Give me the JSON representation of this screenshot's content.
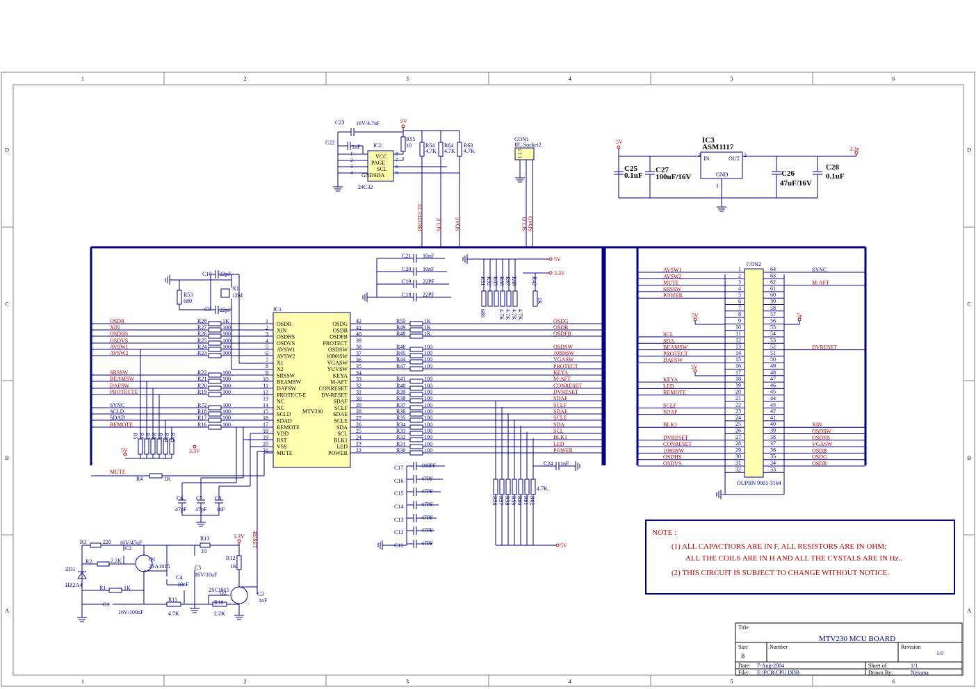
{
  "border": {
    "columns": [
      "1",
      "2",
      "3",
      "4",
      "5",
      "6"
    ],
    "rows": [
      "D",
      "C",
      "B",
      "A"
    ]
  },
  "eeprom": {
    "ref": "IC2",
    "part": "24C32",
    "pins_left": [
      "1",
      "2",
      "3",
      "4"
    ],
    "pins_right": [
      "8",
      "7",
      "6",
      "5"
    ],
    "labels": [
      "VCC",
      "PAGE",
      "SCL",
      "GNDSDA"
    ],
    "c23": "C23",
    "c23_val": "16V/4.7uF",
    "c22": "C22",
    "c22_val": "1nF",
    "r55": "R55",
    "r55_val": "10",
    "r54": "R54",
    "r54_val": "4.7K",
    "r64": "R64",
    "r64_val": "4.7K",
    "r63": "R63",
    "r63_val": "4.7K",
    "pwr": "5V",
    "nets": [
      "PROTECTE",
      "SCLE",
      "SDAE"
    ]
  },
  "con1": {
    "ref": "CON1",
    "name": "IIC Socket2",
    "pins": "1 2 3",
    "nets": [
      "SCLD",
      "SDAD"
    ]
  },
  "regulator": {
    "ref": "IC3",
    "part": "ASM1117",
    "in": "IN",
    "out": "OUT",
    "gnd": "GND",
    "pin_in": "3",
    "pin_out": "2",
    "pin_gnd": "1",
    "vin": "5V",
    "vout": "3.3v",
    "c25": "C25",
    "c25_val": "0.1uF",
    "c27": "C27",
    "c27_val": "100uF/16V",
    "c26": "C26",
    "c26_val": "47uF/16V",
    "c28": "C28",
    "c28_val": "0.1uF"
  },
  "mcu": {
    "ref": "IC1",
    "part": "MTV230",
    "left_pins": [
      {
        "n": "1",
        "name": "OSDR"
      },
      {
        "n": "2",
        "name": "XIN"
      },
      {
        "n": "3",
        "name": "OSDHS"
      },
      {
        "n": "4",
        "name": "OSDVS"
      },
      {
        "n": "5",
        "name": "AVSW1"
      },
      {
        "n": "6",
        "name": "AVSW2"
      },
      {
        "n": "7",
        "name": "X1"
      },
      {
        "n": "8",
        "name": "X2"
      },
      {
        "n": "9",
        "name": "SRSSW"
      },
      {
        "n": "10",
        "name": "BEAMSW"
      },
      {
        "n": "11",
        "name": "DAFSW"
      },
      {
        "n": "12",
        "name": "PROTECT-E"
      },
      {
        "n": "13",
        "name": "NC"
      },
      {
        "n": "14",
        "name": "NC"
      },
      {
        "n": "15",
        "name": "SCLD"
      },
      {
        "n": "16",
        "name": "SDAD"
      },
      {
        "n": "17",
        "name": "REMOTE"
      },
      {
        "n": "18",
        "name": "VDD"
      },
      {
        "n": "19",
        "name": "RST"
      },
      {
        "n": "20",
        "name": "VSS"
      },
      {
        "n": "21",
        "name": "MUTE"
      }
    ],
    "right_pins": [
      {
        "n": "42",
        "name": "OSDG"
      },
      {
        "n": "41",
        "name": "OSDB"
      },
      {
        "n": "40",
        "name": "OSDFB"
      },
      {
        "n": "39",
        "name": "PROTECT"
      },
      {
        "n": "38",
        "name": "OSDSW"
      },
      {
        "n": "37",
        "name": "1080iSW"
      },
      {
        "n": "36",
        "name": "VGASW"
      },
      {
        "n": "35",
        "name": "YUVSW"
      },
      {
        "n": "34",
        "name": "KEYA"
      },
      {
        "n": "33",
        "name": "M-AFT"
      },
      {
        "n": "32",
        "name": "CONRESET"
      },
      {
        "n": "31",
        "name": "DV-RESET"
      },
      {
        "n": "30",
        "name": "SDAF"
      },
      {
        "n": "29",
        "name": "SCLF"
      },
      {
        "n": "28",
        "name": "SDAE"
      },
      {
        "n": "27",
        "name": "SCLE"
      },
      {
        "n": "26",
        "name": "SDA"
      },
      {
        "n": "25",
        "name": "SCL"
      },
      {
        "n": "24",
        "name": "BLK1"
      },
      {
        "n": "23",
        "name": "LED"
      },
      {
        "n": "22",
        "name": "POWER"
      }
    ]
  },
  "left_bus": {
    "nets": [
      {
        "name": "OSDR",
        "ref": "R28",
        "val": "1K"
      },
      {
        "name": "XIN",
        "ref": "R27",
        "val": "100"
      },
      {
        "name": "OSDHS",
        "ref": "R26",
        "val": "100"
      },
      {
        "name": "OSDVS",
        "ref": "R25",
        "val": "100"
      },
      {
        "name": "AVSW1",
        "ref": "R24",
        "val": "100"
      },
      {
        "name": "AVSW2",
        "ref": "R23",
        "val": "100"
      },
      {
        "name": "SRSSW",
        "ref": "R22",
        "val": "100"
      },
      {
        "name": "BEAMSW",
        "ref": "R21",
        "val": "100"
      },
      {
        "name": "DAFSW",
        "ref": "R20",
        "val": "100"
      },
      {
        "name": "PROTECTE",
        "ref": "R19",
        "val": "100"
      },
      {
        "name": "SYNC",
        "ref": "R72",
        "val": "100"
      },
      {
        "name": "SCLD",
        "ref": "R18",
        "val": "100"
      },
      {
        "name": "SDAD",
        "ref": "R17",
        "val": "100"
      },
      {
        "name": "REMOTE",
        "ref": "R16",
        "val": "100"
      }
    ],
    "pullups": [
      "R5",
      "R6",
      "R7",
      "R8",
      "R9",
      "R14",
      "R15"
    ],
    "mute": "MUTE",
    "r4": "R4",
    "r4_val": "1K",
    "v5": "5V",
    "v33": "3.3V"
  },
  "crystal": {
    "c10": "C10",
    "c10_val": "22pF",
    "c9": "C9",
    "c9_val": "22pF",
    "x1": "X1",
    "x1_val": "12M",
    "r53": "R53",
    "r53_val": "680"
  },
  "supply_caps": {
    "c6": "C6",
    "c6_val": "47pF",
    "c7": "C7",
    "c7_val": "47pF",
    "c8": "C8",
    "c8_val": "1nF"
  },
  "right_bus": {
    "nets": [
      {
        "name": "OSDG",
        "ref": "R50",
        "val": "1K"
      },
      {
        "name": "OSDB",
        "ref": "R49",
        "val": "1K"
      },
      {
        "name": "OSDFB",
        "ref": "R48",
        "val": "1K"
      },
      {
        "name": "OSDSW",
        "ref": "R46",
        "val": "100"
      },
      {
        "name": "1080iSW",
        "ref": "R45",
        "val": "100"
      },
      {
        "name": "VGASW",
        "ref": "R44",
        "val": "100"
      },
      {
        "name": "PROTECT",
        "ref": "R47",
        "val": "100"
      },
      {
        "name": "KEYA",
        "ref": "",
        "val": ""
      },
      {
        "name": "M-AFT",
        "ref": "R41",
        "val": "100"
      },
      {
        "name": "CONRESET",
        "ref": "R40",
        "val": "100"
      },
      {
        "name": "DVRESET",
        "ref": "R39",
        "val": "100"
      },
      {
        "name": "SDAF",
        "ref": "R38",
        "val": "100"
      },
      {
        "name": "SCLF",
        "ref": "R37",
        "val": "100"
      },
      {
        "name": "SDAE",
        "ref": "R36",
        "val": "100"
      },
      {
        "name": "SCLE",
        "ref": "R35",
        "val": "100"
      },
      {
        "name": "SDA",
        "ref": "R34",
        "val": "100"
      },
      {
        "name": "SCL",
        "ref": "R33",
        "val": "100"
      },
      {
        "name": "BLK1",
        "ref": "R32",
        "val": "100"
      },
      {
        "name": "LED",
        "ref": "R31",
        "val": "100"
      },
      {
        "name": "POWER",
        "ref": "R30",
        "val": "100"
      }
    ],
    "top_caps": [
      {
        "ref": "C21",
        "val": "10nF"
      },
      {
        "ref": "C20",
        "val": "10nF"
      },
      {
        "ref": "C19",
        "val": "22PF"
      },
      {
        "ref": "C18",
        "val": "22PF"
      }
    ],
    "bottom_caps": [
      {
        "ref": "C17",
        "val": "100PF"
      },
      {
        "ref": "C16",
        "val": "47PF"
      },
      {
        "ref": "C15",
        "val": "47PF"
      },
      {
        "ref": "C14",
        "val": "47PF"
      },
      {
        "ref": "C13",
        "val": "47PF"
      },
      {
        "ref": "C12",
        "val": "47PF"
      },
      {
        "ref": "C11",
        "val": "47PF"
      }
    ],
    "top_res": [
      "R51",
      "R52",
      "R65",
      "R66",
      "R67",
      "R68"
    ],
    "top_res_val": "680",
    "top_res_vals": [
      "4.7K",
      "4.7K",
      "4.7K",
      "4.7K"
    ],
    "r42": "R42",
    "r42_val": "1K",
    "bottom_res": [
      "R56",
      "R57",
      "R58",
      "R59",
      "R60",
      "R61",
      "R62"
    ],
    "bottom_res_val": "4.7K",
    "c24": "C24",
    "c24_val": "1nF",
    "v5": "5V",
    "v33": "3.3V"
  },
  "con2": {
    "ref": "CON2",
    "part": "OUPIIN 9001-3164",
    "left_pins": [
      "1",
      "2",
      "3",
      "4",
      "5",
      "6",
      "7",
      "8",
      "9",
      "10",
      "11",
      "12",
      "13",
      "14",
      "15",
      "16",
      "17",
      "18",
      "19",
      "20",
      "21",
      "22",
      "23",
      "24",
      "25",
      "26",
      "27",
      "28",
      "29",
      "30",
      "31",
      "32"
    ],
    "right_pins": [
      "64",
      "63",
      "62",
      "61",
      "60",
      "39",
      "58",
      "57",
      "56",
      "55",
      "54",
      "53",
      "52",
      "51",
      "50",
      "49",
      "48",
      "47",
      "46",
      "45",
      "44",
      "43",
      "42",
      "41",
      "40",
      "39",
      "38",
      "37",
      "36",
      "35",
      "34",
      "33"
    ],
    "left_nets": [
      {
        "row": 0,
        "name": "AVSW1"
      },
      {
        "row": 1,
        "name": "AVSW2"
      },
      {
        "row": 2,
        "name": "MUTE"
      },
      {
        "row": 3,
        "name": "SRSSW"
      },
      {
        "row": 4,
        "name": "POWER"
      },
      {
        "row": 10,
        "name": "SCL"
      },
      {
        "row": 11,
        "name": "SDA"
      },
      {
        "row": 12,
        "name": "BEAMSW"
      },
      {
        "row": 13,
        "name": "PROTECT"
      },
      {
        "row": 14,
        "name": "DAFSW"
      },
      {
        "row": 17,
        "name": "KEYA"
      },
      {
        "row": 18,
        "name": "LED"
      },
      {
        "row": 19,
        "name": "REMOTE"
      },
      {
        "row": 21,
        "name": "SCLF"
      },
      {
        "row": 22,
        "name": "SDAF"
      },
      {
        "row": 24,
        "name": "BLK1"
      },
      {
        "row": 26,
        "name": "DVRESET"
      },
      {
        "row": 27,
        "name": "CONRESET"
      },
      {
        "row": 28,
        "name": "1080iSW"
      },
      {
        "row": 29,
        "name": "OSDHS"
      },
      {
        "row": 30,
        "name": "OSDVS"
      }
    ],
    "right_nets": [
      {
        "row": 0,
        "name": "SYNC"
      },
      {
        "row": 2,
        "name": "M-AFT"
      },
      {
        "row": 12,
        "name": "DVRESET"
      },
      {
        "row": 24,
        "name": "XIN"
      },
      {
        "row": 25,
        "name": "OSDSW"
      },
      {
        "row": 26,
        "name": "OSDFB"
      },
      {
        "row": 27,
        "name": "VGASW"
      },
      {
        "row": 28,
        "name": "OSDB"
      },
      {
        "row": 29,
        "name": "OSDG"
      },
      {
        "row": 30,
        "name": "OSDR"
      }
    ],
    "v5_a": "5V",
    "v5_b": "5y",
    "v5_c": "5V"
  },
  "reset_circuit": {
    "r3": "R3",
    "r3_val": "220",
    "r2": "R2",
    "r2_val": "2.2K",
    "c2": "C2",
    "c2_val": "16V/47uF",
    "q1": "Q1",
    "q1_val": "2SA1015",
    "zd1": "ZD1",
    "zd1_val": "HZ2A4",
    "r1": "R1",
    "r1_val": "1K",
    "c1": "C1",
    "c1_val": "16V/100uF",
    "r11": "R11",
    "r11_val": "4.7K",
    "c4": "C4",
    "c4_val": "10nF",
    "r13": "R13",
    "r13_val": "10",
    "c5": "C5",
    "c5_val": "16V/10uF",
    "r12": "R12",
    "r12_val": "1K",
    "q2": "Q2",
    "q2_val": "2SC1815",
    "r10": "R10",
    "r10_val": "2.2K",
    "c3": "C3",
    "c3_val": "1nF",
    "v33": "3.3V",
    "net": "RESET"
  },
  "note": {
    "head": "NOTE  :",
    "line1": "(1)  ALL CAPACTIORS ARE    IN  F,     ALL RESISTORS   ARE IN OHM;",
    "line2": "ALL THE  COILS  ARE     IN  H   AND ALL THE CYSTALS   ARE  IN Hz..",
    "line3": "(2)  THIS CIRCUIT IS SUBJECT TO CHANGE WITHOUT NOTICE."
  },
  "title_block": {
    "title_label": "Title",
    "title": "MTV230 MCU BOARD",
    "size_label": "Size",
    "size": "B",
    "number_label": "Number",
    "revision_label": "Revision",
    "revision": "1.0",
    "date_label": "Date:",
    "date": "7-Aug-2004",
    "file_label": "File:",
    "file": "E:\\PCB\\CPU.DDB",
    "sheet_label": "Sheet    of",
    "sheet": "1/1",
    "drawn_label": "Drawn By:",
    "drawn": "Nirvana"
  },
  "colors": {
    "wire": "#000080",
    "net_red": "#b00000",
    "chip_fill": "#ffffb0",
    "frame": "#808080"
  }
}
